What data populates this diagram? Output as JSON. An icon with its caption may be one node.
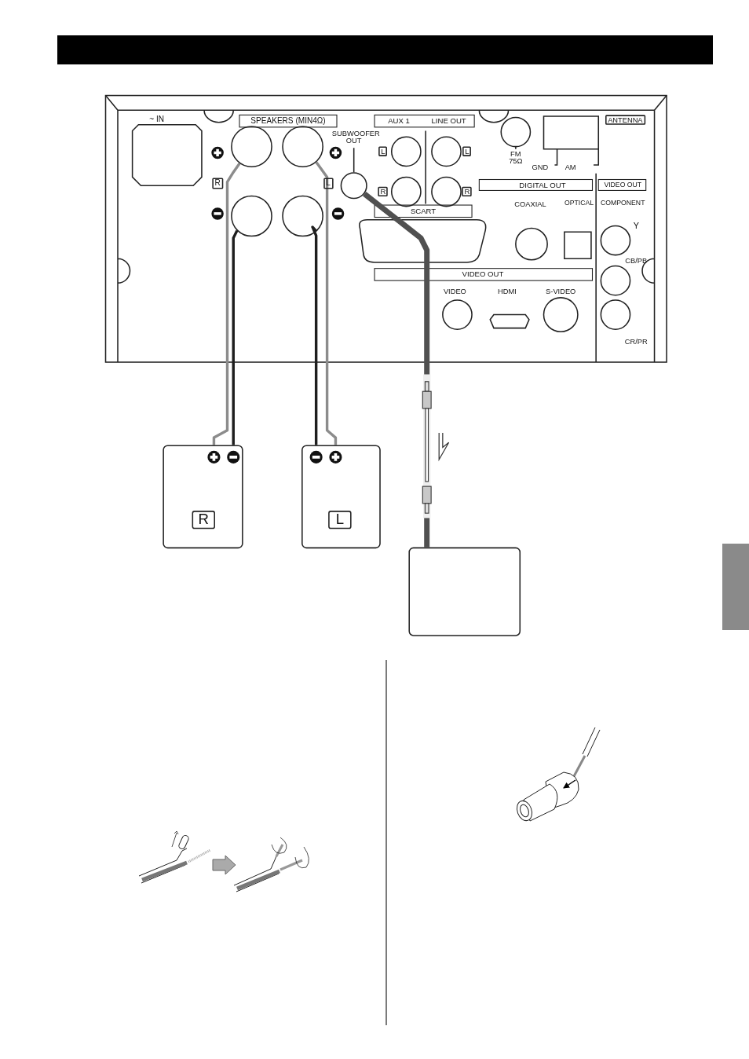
{
  "diagram": {
    "nodes": [
      {
        "text": [],
        "shape": "bar"
      },
      {
        "text": [],
        "shape": "circle"
      },
      {
        "text": [],
        "shape": "circle"
      },
      {
        "text": [],
        "shape": "circle"
      },
      {
        "text": [],
        "shape": "circle"
      },
      {
        "text": [],
        "shape": "circle"
      },
      {
        "text": [
          "R"
        ]
      },
      {
        "text": [
          "L"
        ]
      },
      {
        "text": [],
        "shape": "box"
      },
      {
        "text": [],
        "shape": "bar"
      }
    ],
    "edges": [
      {
        "from": 1,
        "to": 6,
        "arrow": "none",
        "color": "#8c8c8c"
      },
      {
        "from": 4,
        "to": 6,
        "arrow": "none",
        "color": "#1e1e1e"
      },
      {
        "from": 2,
        "to": 7,
        "arrow": "none",
        "color": "#8c8c8c"
      },
      {
        "from": 5,
        "to": 7,
        "arrow": "none",
        "color": "#1e1e1e"
      },
      {
        "from": 3,
        "to": 8,
        "arrow": "none",
        "style": "thick",
        "color": "#505050"
      }
    ],
    "labels": [
      "~ IN",
      "SPEAKERS (MIN4Ω)",
      "R",
      "L",
      "SUBWOOFER OUT",
      "AUX 1",
      "LINE OUT",
      "L",
      "L",
      "R",
      "R",
      "SCART",
      "FM 75Ω",
      "GND",
      "AM",
      "ANTENNA",
      "DIGITAL OUT",
      "COAXIAL",
      "OPTICAL",
      "VIDEO OUT",
      "COMPONENT",
      "Y",
      "CB/PB",
      "CR/PR",
      "VIDEO OUT",
      "VIDEO",
      "HDMI",
      "S-VIDEO"
    ]
  }
}
